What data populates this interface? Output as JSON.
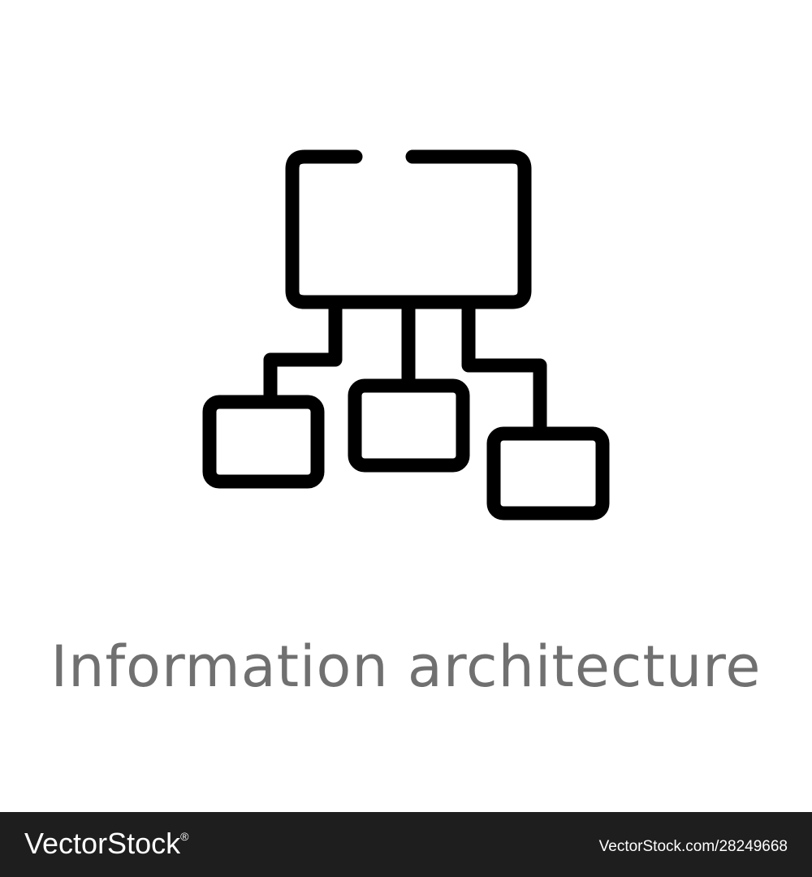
{
  "icon": {
    "name": "hierarchy-diagram-icon",
    "stroke_color": "#000000"
  },
  "caption": {
    "text": "Information architecture",
    "color": "#707070"
  },
  "footer": {
    "brand": "VectorStock",
    "brand_mark": "®",
    "reference": "VectorStock.com/28249668",
    "background": "#1e1e1e"
  }
}
